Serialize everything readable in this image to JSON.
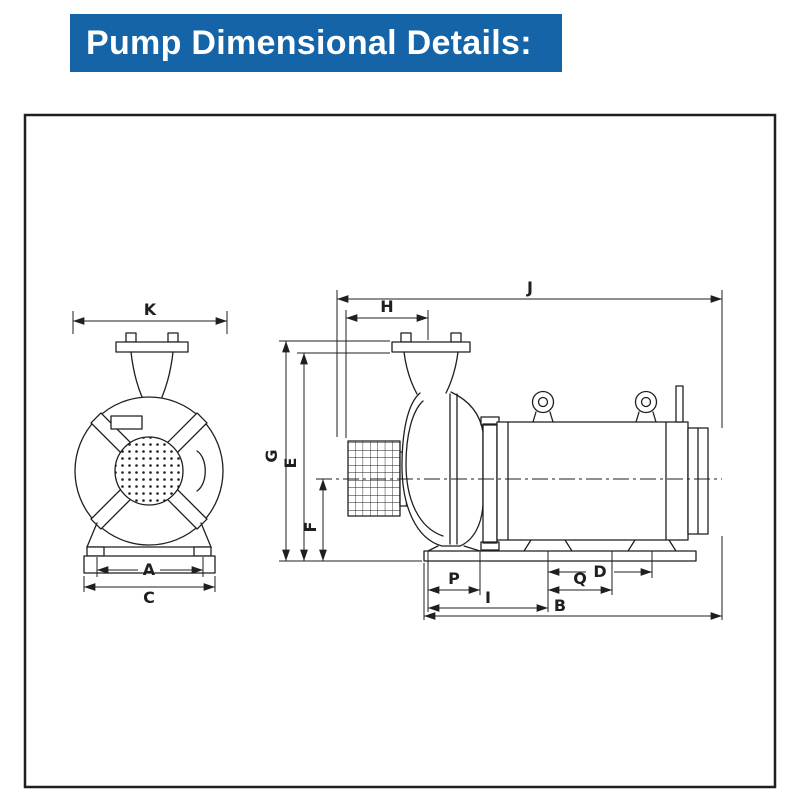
{
  "header": {
    "title": "Pump Dimensional Details:"
  },
  "colors": {
    "banner_bg": "#1564a7",
    "banner_text": "#ffffff",
    "line": "#1f1f1f",
    "frame_border": "#1f1f1f",
    "background": "#ffffff"
  },
  "drawing": {
    "front_view": {
      "dimension_labels": {
        "K": "K",
        "A": "A",
        "C": "C"
      }
    },
    "side_view": {
      "dimension_labels": {
        "J": "J",
        "H": "H",
        "G": "G",
        "E": "E",
        "F": "F",
        "D": "D",
        "P": "P",
        "Q": "Q",
        "I": "I",
        "B": "B"
      }
    }
  }
}
